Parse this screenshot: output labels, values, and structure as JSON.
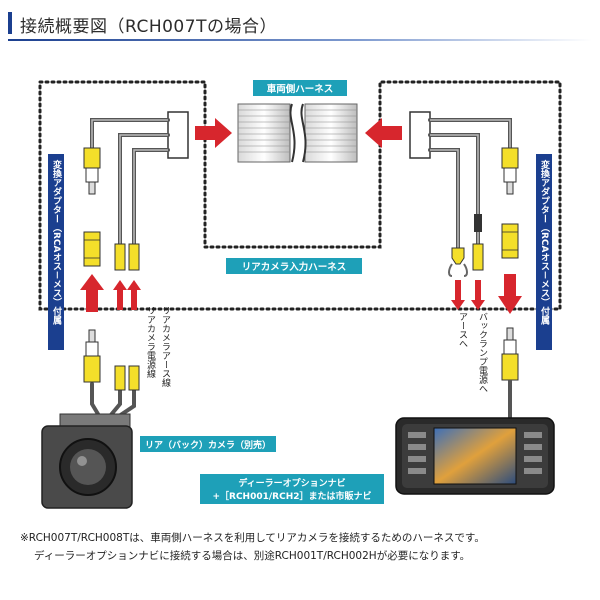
{
  "header": {
    "title": "接続概要図（RCH007Tの場合）"
  },
  "diagram": {
    "vehicle_harness_label": "車両側ハーネス",
    "rear_camera_input_harness_label": "リアカメラ入力ハーネス",
    "adapter_left_label": "変換アダプター（RCAオス－メス）付属",
    "adapter_right_label": "変換アダプター（RCAオス－メス）付属",
    "camera_power_wire_label": "リアカメラ電源線",
    "camera_ground_wire_label": "リアカメラアース線",
    "ground_label": "アースへ",
    "backlamp_label": "バックランプ電源へ",
    "camera_label": "リア（バック）カメラ（別売）",
    "navi_label_line1": "ディーラーオプションナビ",
    "navi_label_line2": "+［RCH001/RCH2］または市販ナビ"
  },
  "notes": {
    "line1": "※RCH007T/RCH008Tは、車両側ハーネスを利用してリアカメラを接続するためのハーネスです。",
    "line2": "ディーラーオプションナビに接続する場合は、別途RCH001T/RCH002Hが必要になります。"
  },
  "colors": {
    "accent_blue": "#1b3f8f",
    "label_teal": "#1ea0b8",
    "arrow_red": "#d7262d",
    "rca_yellow": "#f4df2a"
  }
}
